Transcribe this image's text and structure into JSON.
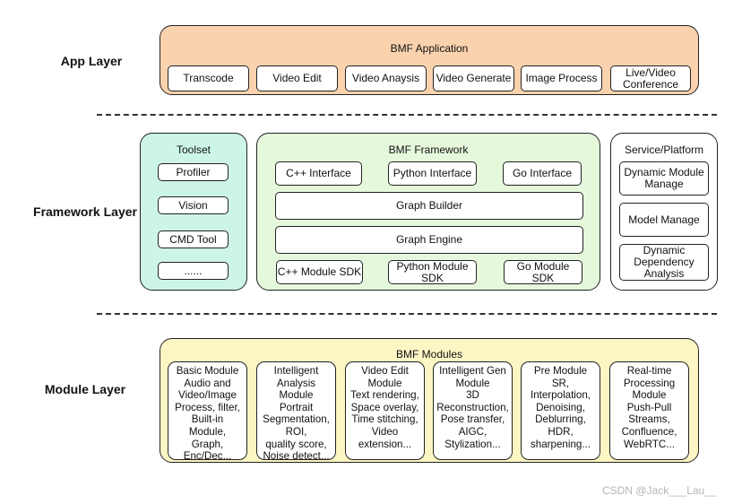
{
  "layers": {
    "app": "App Layer",
    "framework": "Framework Layer",
    "module": "Module Layer"
  },
  "app_layer": {
    "title": "BMF Application",
    "items": [
      "Transcode",
      "Video Edit",
      "Video Anaysis",
      "Video Generate",
      "Image Process",
      "Live/Video\nConference"
    ]
  },
  "toolset": {
    "title": "Toolset",
    "items": [
      "Profiler",
      "Vision",
      "CMD Tool",
      "......"
    ]
  },
  "framework": {
    "title": "BMF Framework",
    "interfaces": [
      "C++ Interface",
      "Python Interface",
      "Go Interface"
    ],
    "graph_builder": "Graph Builder",
    "graph_engine": "Graph Engine",
    "sdks": [
      "C++ Module SDK",
      "Python Module\nSDK",
      "Go Module\nSDK"
    ]
  },
  "service": {
    "title": "Service/Platform",
    "items": [
      "Dynamic Module\nManage",
      "Model Manage",
      "Dynamic\nDependency\nAnalysis"
    ]
  },
  "modules": {
    "title": "BMF Modules",
    "items": [
      "Basic Module\nAudio and\nVideo/Image\nProcess, filter,\nBuilt-in\nModule,\nGraph,\nEnc/Dec...",
      "Intelligent\nAnalysis\nModule\nPortrait\nSegmentation,\nROI,\nquality score,\nNoise detect...",
      "Video Edit\nModule\nText rendering,\nSpace overlay,\nTime stitching,\nVideo\nextension...",
      "Intelligent Gen\nModule\n3D\nReconstruction,\nPose transfer,\nAIGC,\nStylization...",
      "Pre Module\nSR,\nInterpolation,\nDenoising,\nDeblurring,\nHDR,\nsharpening...",
      "Real-time\nProcessing\nModule\nPush-Pull\nStreams,\nConfluence,\nWebRTC..."
    ]
  },
  "colors": {
    "app_fill": "#FAD2AE",
    "toolset_fill": "#CDF5E6",
    "framework_fill": "#E5F8DC",
    "service_fill": "#FFFFFF",
    "module_fill": "#FCF6C4"
  },
  "watermark": "CSDN @Jack___Lau__"
}
